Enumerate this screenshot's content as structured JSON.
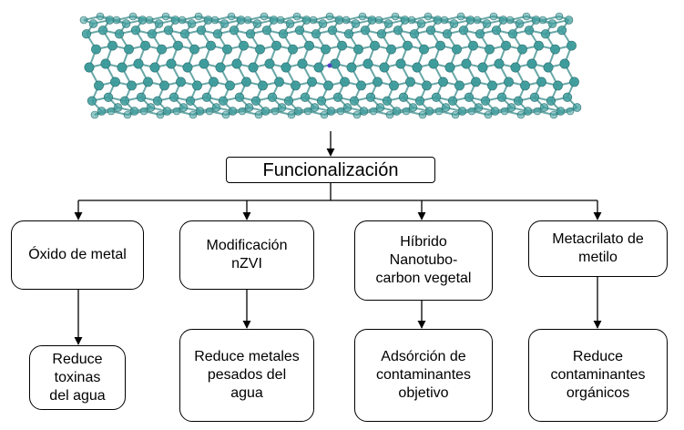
{
  "nanotube": {
    "atom_color": "#3f9c9c",
    "bond_color": "#6aa8a8",
    "dopant_color": "#5040c8"
  },
  "diagram": {
    "root": {
      "label": "Funcionalización"
    },
    "branches": [
      {
        "method": "Óxido de metal",
        "result": "Reduce\ntoxinas\ndel agua"
      },
      {
        "method": "Modificación\nnZVI",
        "result": "Reduce metales\npesados del\nagua"
      },
      {
        "method": "Híbrido\nNanotubo-\ncarbon vegetal",
        "result": "Adsórción  de\ncontaminantes\nobjetivo"
      },
      {
        "method": "Metacrilato de\nmetilo",
        "result": "Reduce\ncontaminantes\norgánicos"
      }
    ]
  }
}
